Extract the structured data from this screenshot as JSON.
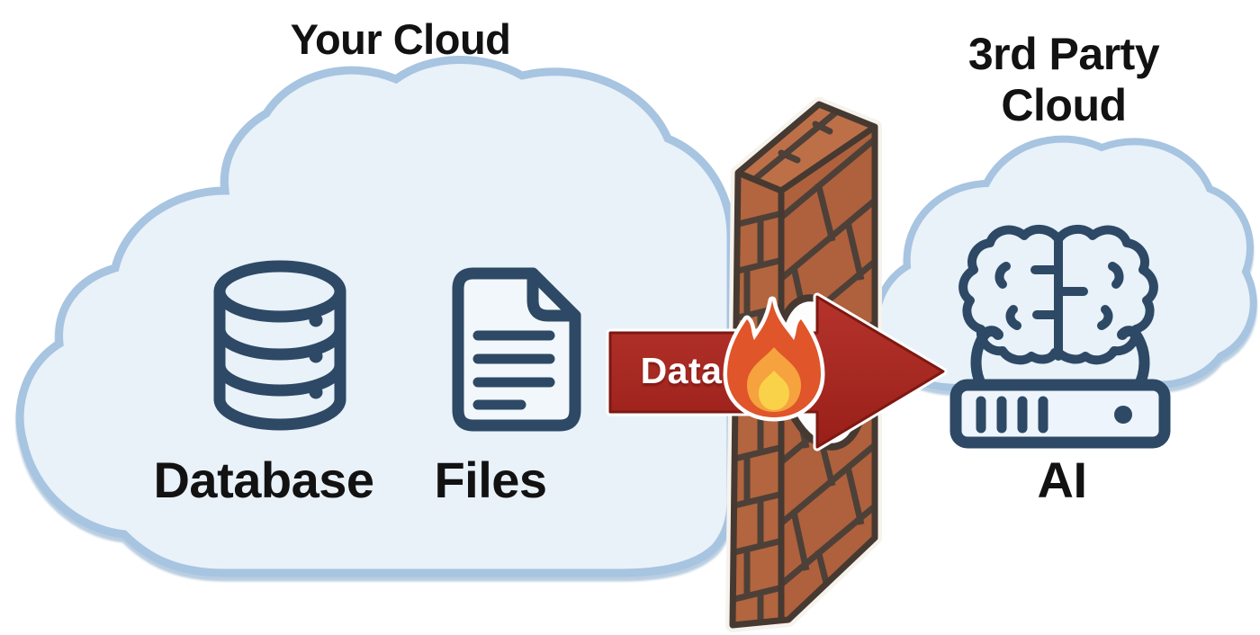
{
  "diagram": {
    "description": "Data flow diagram: Your Cloud sends Data through a firewall to a 3rd Party Cloud running AI",
    "your_cloud": {
      "title": "Your Cloud",
      "fill": "#e9f1f9",
      "border": "#a7c4e1",
      "items": [
        {
          "label": "Database",
          "icon": "database-icon"
        },
        {
          "label": "Files",
          "icon": "file-icon"
        }
      ]
    },
    "third_party_cloud": {
      "title": "3rd Party Cloud",
      "fill": "#e9f1f9",
      "border": "#a7c4e1",
      "items": [
        {
          "label": "AI",
          "icon": "ai-brain-server-icon"
        }
      ]
    },
    "data_flow": {
      "label": "Data",
      "direction": "left-to-right",
      "arrow_color": "#ad2822",
      "icon": "fire-icon",
      "fire_colors": {
        "outer": "#e0552a",
        "middle": "#f6a23f",
        "inner": "#f9d24a"
      }
    },
    "firewall": {
      "icon": "brick-wall-icon",
      "brick_color": "#b2653e",
      "mortar_color": "#4d4038",
      "has_hole": true
    },
    "icon_color": "#2d4965",
    "text_color": "#121212"
  }
}
